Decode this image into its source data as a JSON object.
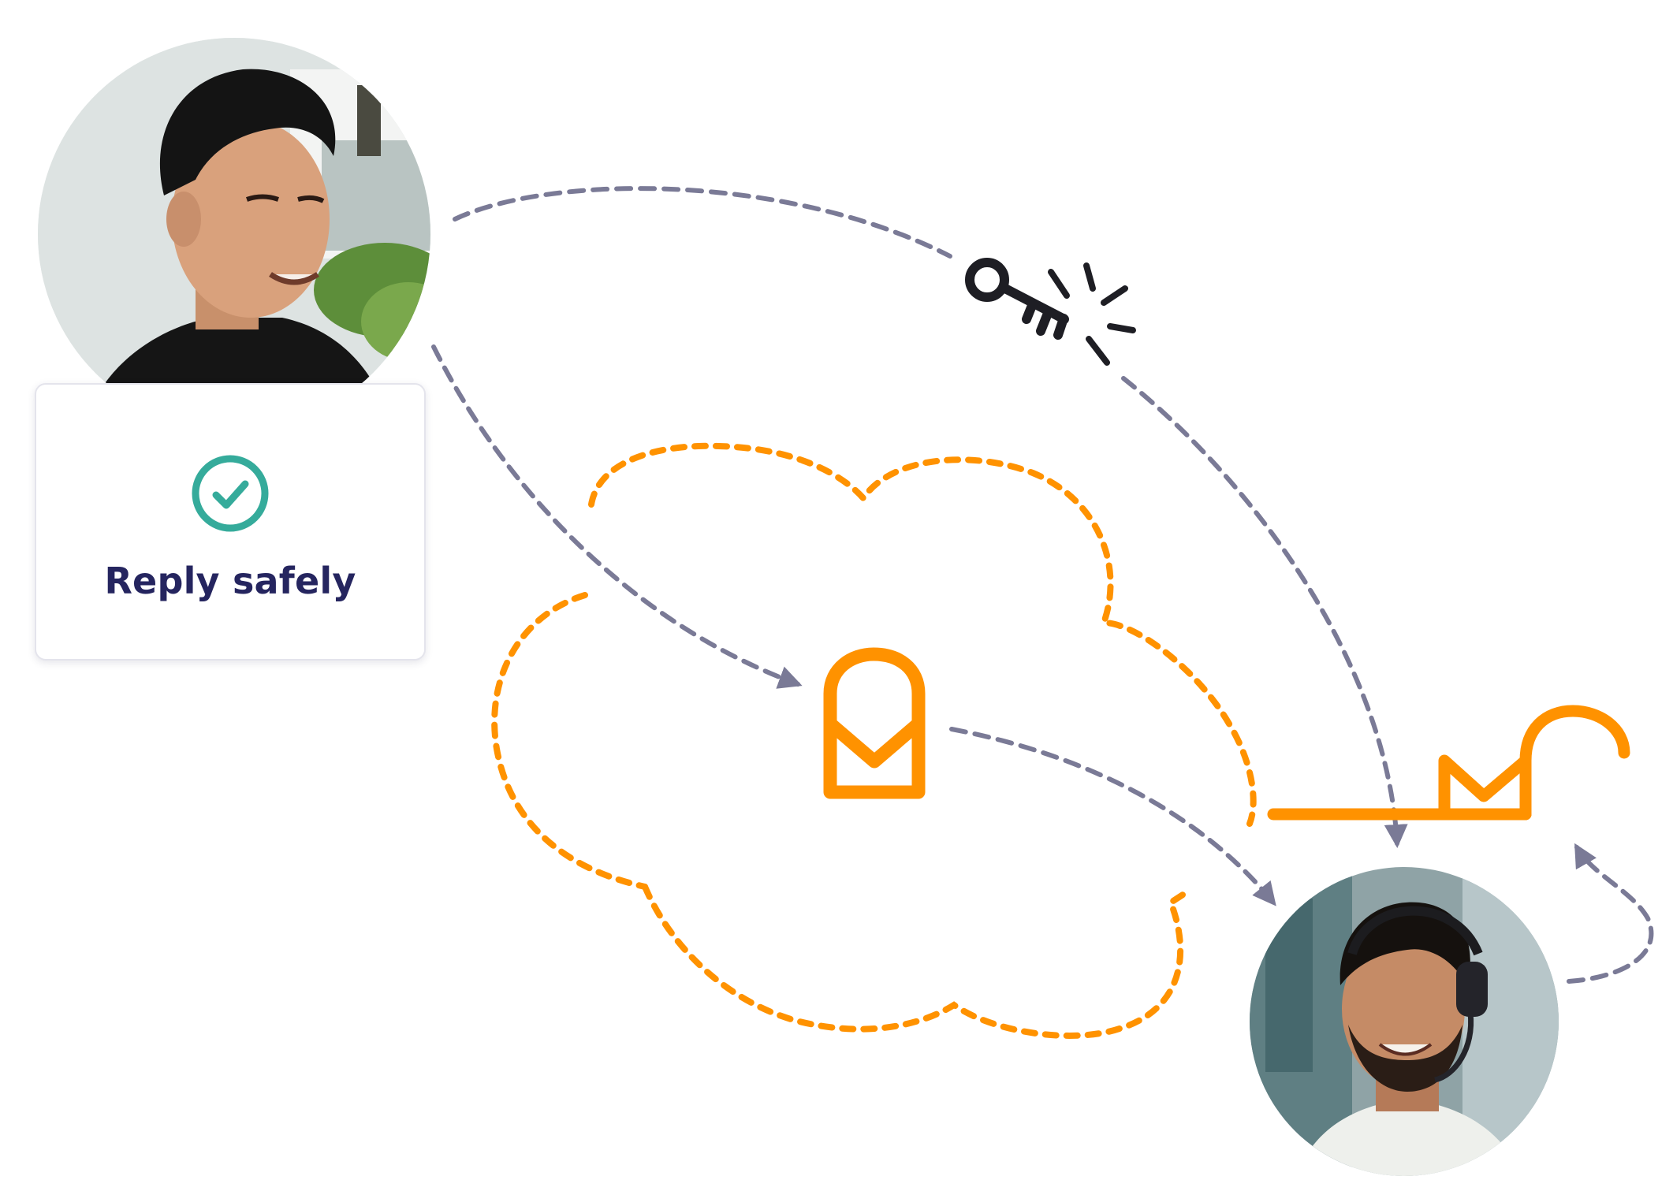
{
  "reply_card": {
    "label": "Reply safely"
  },
  "icons": {
    "sender": "person-avatar",
    "recipient": "support-agent-avatar",
    "check": "check-circle-icon",
    "key": "key-icon",
    "mail_locked": "locked-mail-icon",
    "mail_unlocked": "unlocked-mail-icon",
    "cloud": "cloud-outline"
  },
  "colors": {
    "accent": "#ff9200",
    "connector": "#7a7a96",
    "check": "#35ab9b",
    "key": "#1e1e24",
    "text": "#25255f"
  }
}
